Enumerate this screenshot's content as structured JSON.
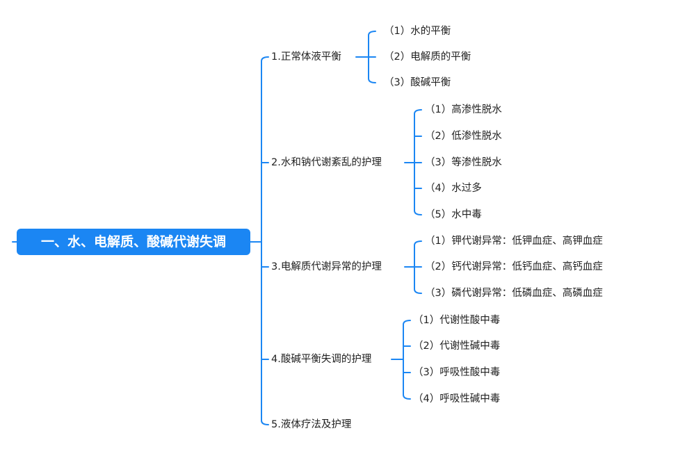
{
  "root": {
    "label": "一、水、电解质、酸碱代谢失调"
  },
  "branches": [
    {
      "label": "1.正常体液平衡",
      "children": [
        "（1）水的平衡",
        "（2）电解质的平衡",
        "（3）酸碱平衡"
      ]
    },
    {
      "label": "2.水和钠代谢紊乱的护理",
      "children": [
        "（1）高渗性脱水",
        "（2）低渗性脱水",
        "（3）等渗性脱水",
        "（4）水过多",
        "（5）水中毒"
      ]
    },
    {
      "label": "3.电解质代谢异常的护理",
      "children": [
        "（1）钾代谢异常：低钾血症、高钾血症",
        "（2）钙代谢异常：低钙血症、高钙血症",
        "（3）磷代谢异常：低磷血症、高磷血症"
      ]
    },
    {
      "label": "4.酸碱平衡失调的护理",
      "children": [
        "（1）代谢性酸中毒",
        "（2）代谢性碱中毒",
        "（3）呼吸性酸中毒",
        "（4）呼吸性碱中毒"
      ]
    },
    {
      "label": "5.液体疗法及护理",
      "children": []
    }
  ],
  "colors": {
    "accent": "#1b86f3",
    "line": "#1b86f3",
    "text": "#222222"
  }
}
